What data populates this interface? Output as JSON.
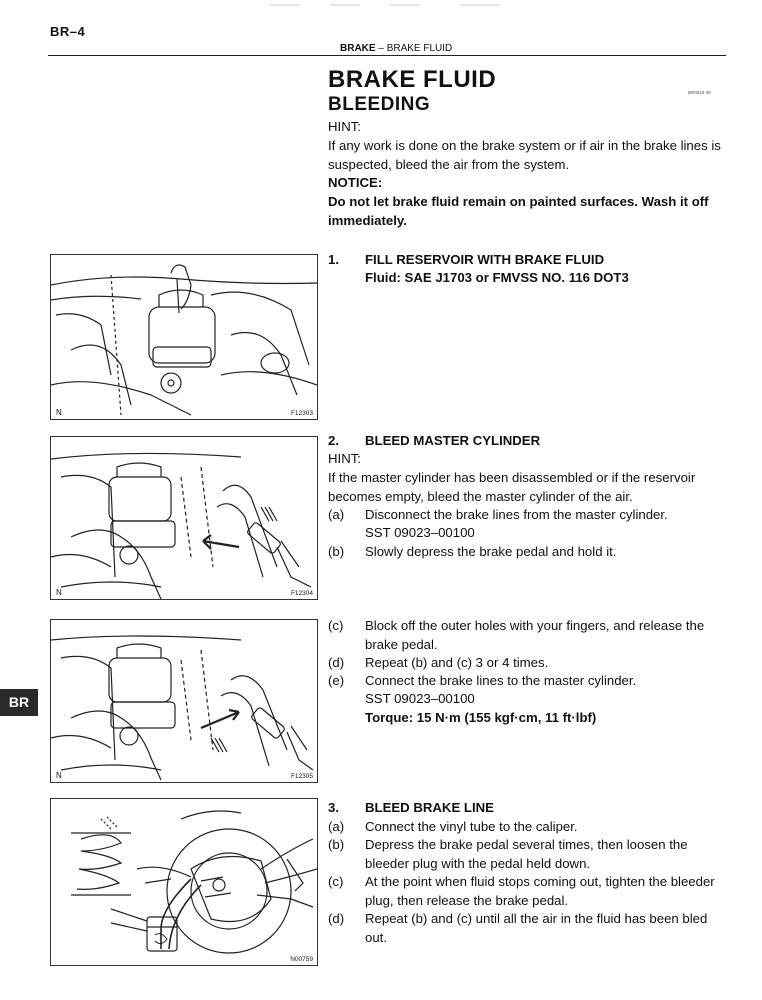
{
  "header": {
    "page_number": "BR–4",
    "section": "BRAKE",
    "dash": " – ",
    "subsection": "BRAKE FLUID",
    "doc_ref": "BR0623-38"
  },
  "title": {
    "main": "BRAKE FLUID",
    "sub": "BLEEDING"
  },
  "intro": {
    "hint_label": "HINT:",
    "hint_text": "If any work is done on the brake system or if air in the brake lines is suspected, bleed the air from the system.",
    "notice_label": "NOTICE:",
    "notice_text": "Do not let brake fluid remain on painted surfaces. Wash it off immediately."
  },
  "step1": {
    "number": "1.",
    "title": "FILL RESERVOIR WITH BRAKE FLUID",
    "fluid": "Fluid: SAE J1703 or FMVSS NO. 116 DOT3"
  },
  "step2": {
    "number": "2.",
    "title": "BLEED MASTER CYLINDER",
    "hint_label": "HINT:",
    "hint_text": "If the master cylinder has been disassembled or if the reservoir becomes empty, bleed the master cylinder of the air.",
    "a_letter": "(a)",
    "a_text": "Disconnect the brake lines from the master cylinder.",
    "a_sst": "SST    09023–00100",
    "b_letter": "(b)",
    "b_text": "Slowly depress the brake pedal and hold it.",
    "c_letter": "(c)",
    "c_text": "Block off the outer holes with your fingers, and release the brake pedal.",
    "d_letter": "(d)",
    "d_text": "Repeat (b) and (c) 3 or 4 times.",
    "e_letter": "(e)",
    "e_text": "Connect the brake lines to the master cylinder.",
    "e_sst": "SST    09023–00100",
    "torque": "Torque: 15 N·m (155 kgf·cm, 11 ft·lbf)"
  },
  "step3": {
    "number": "3.",
    "title": "BLEED BRAKE LINE",
    "a_letter": "(a)",
    "a_text": "Connect the vinyl tube to the caliper.",
    "b_letter": "(b)",
    "b_text": "Depress the brake pedal several times, then loosen the bleeder plug with the pedal held down.",
    "c_letter": "(c)",
    "c_text": "At the point when fluid stops coming out, tighten the bleeder plug, then release the brake pedal.",
    "d_letter": "(d)",
    "d_text": "Repeat (b) and (c) until all the air in the fluid has been bled out."
  },
  "figures": {
    "fig1_code": "F12303",
    "fig1_n": "N",
    "fig2_code": "F12304",
    "fig2_n": "N",
    "fig3_code": "F12305",
    "fig3_n": "N",
    "fig4_code": "N00759"
  },
  "side_tab": "BR"
}
